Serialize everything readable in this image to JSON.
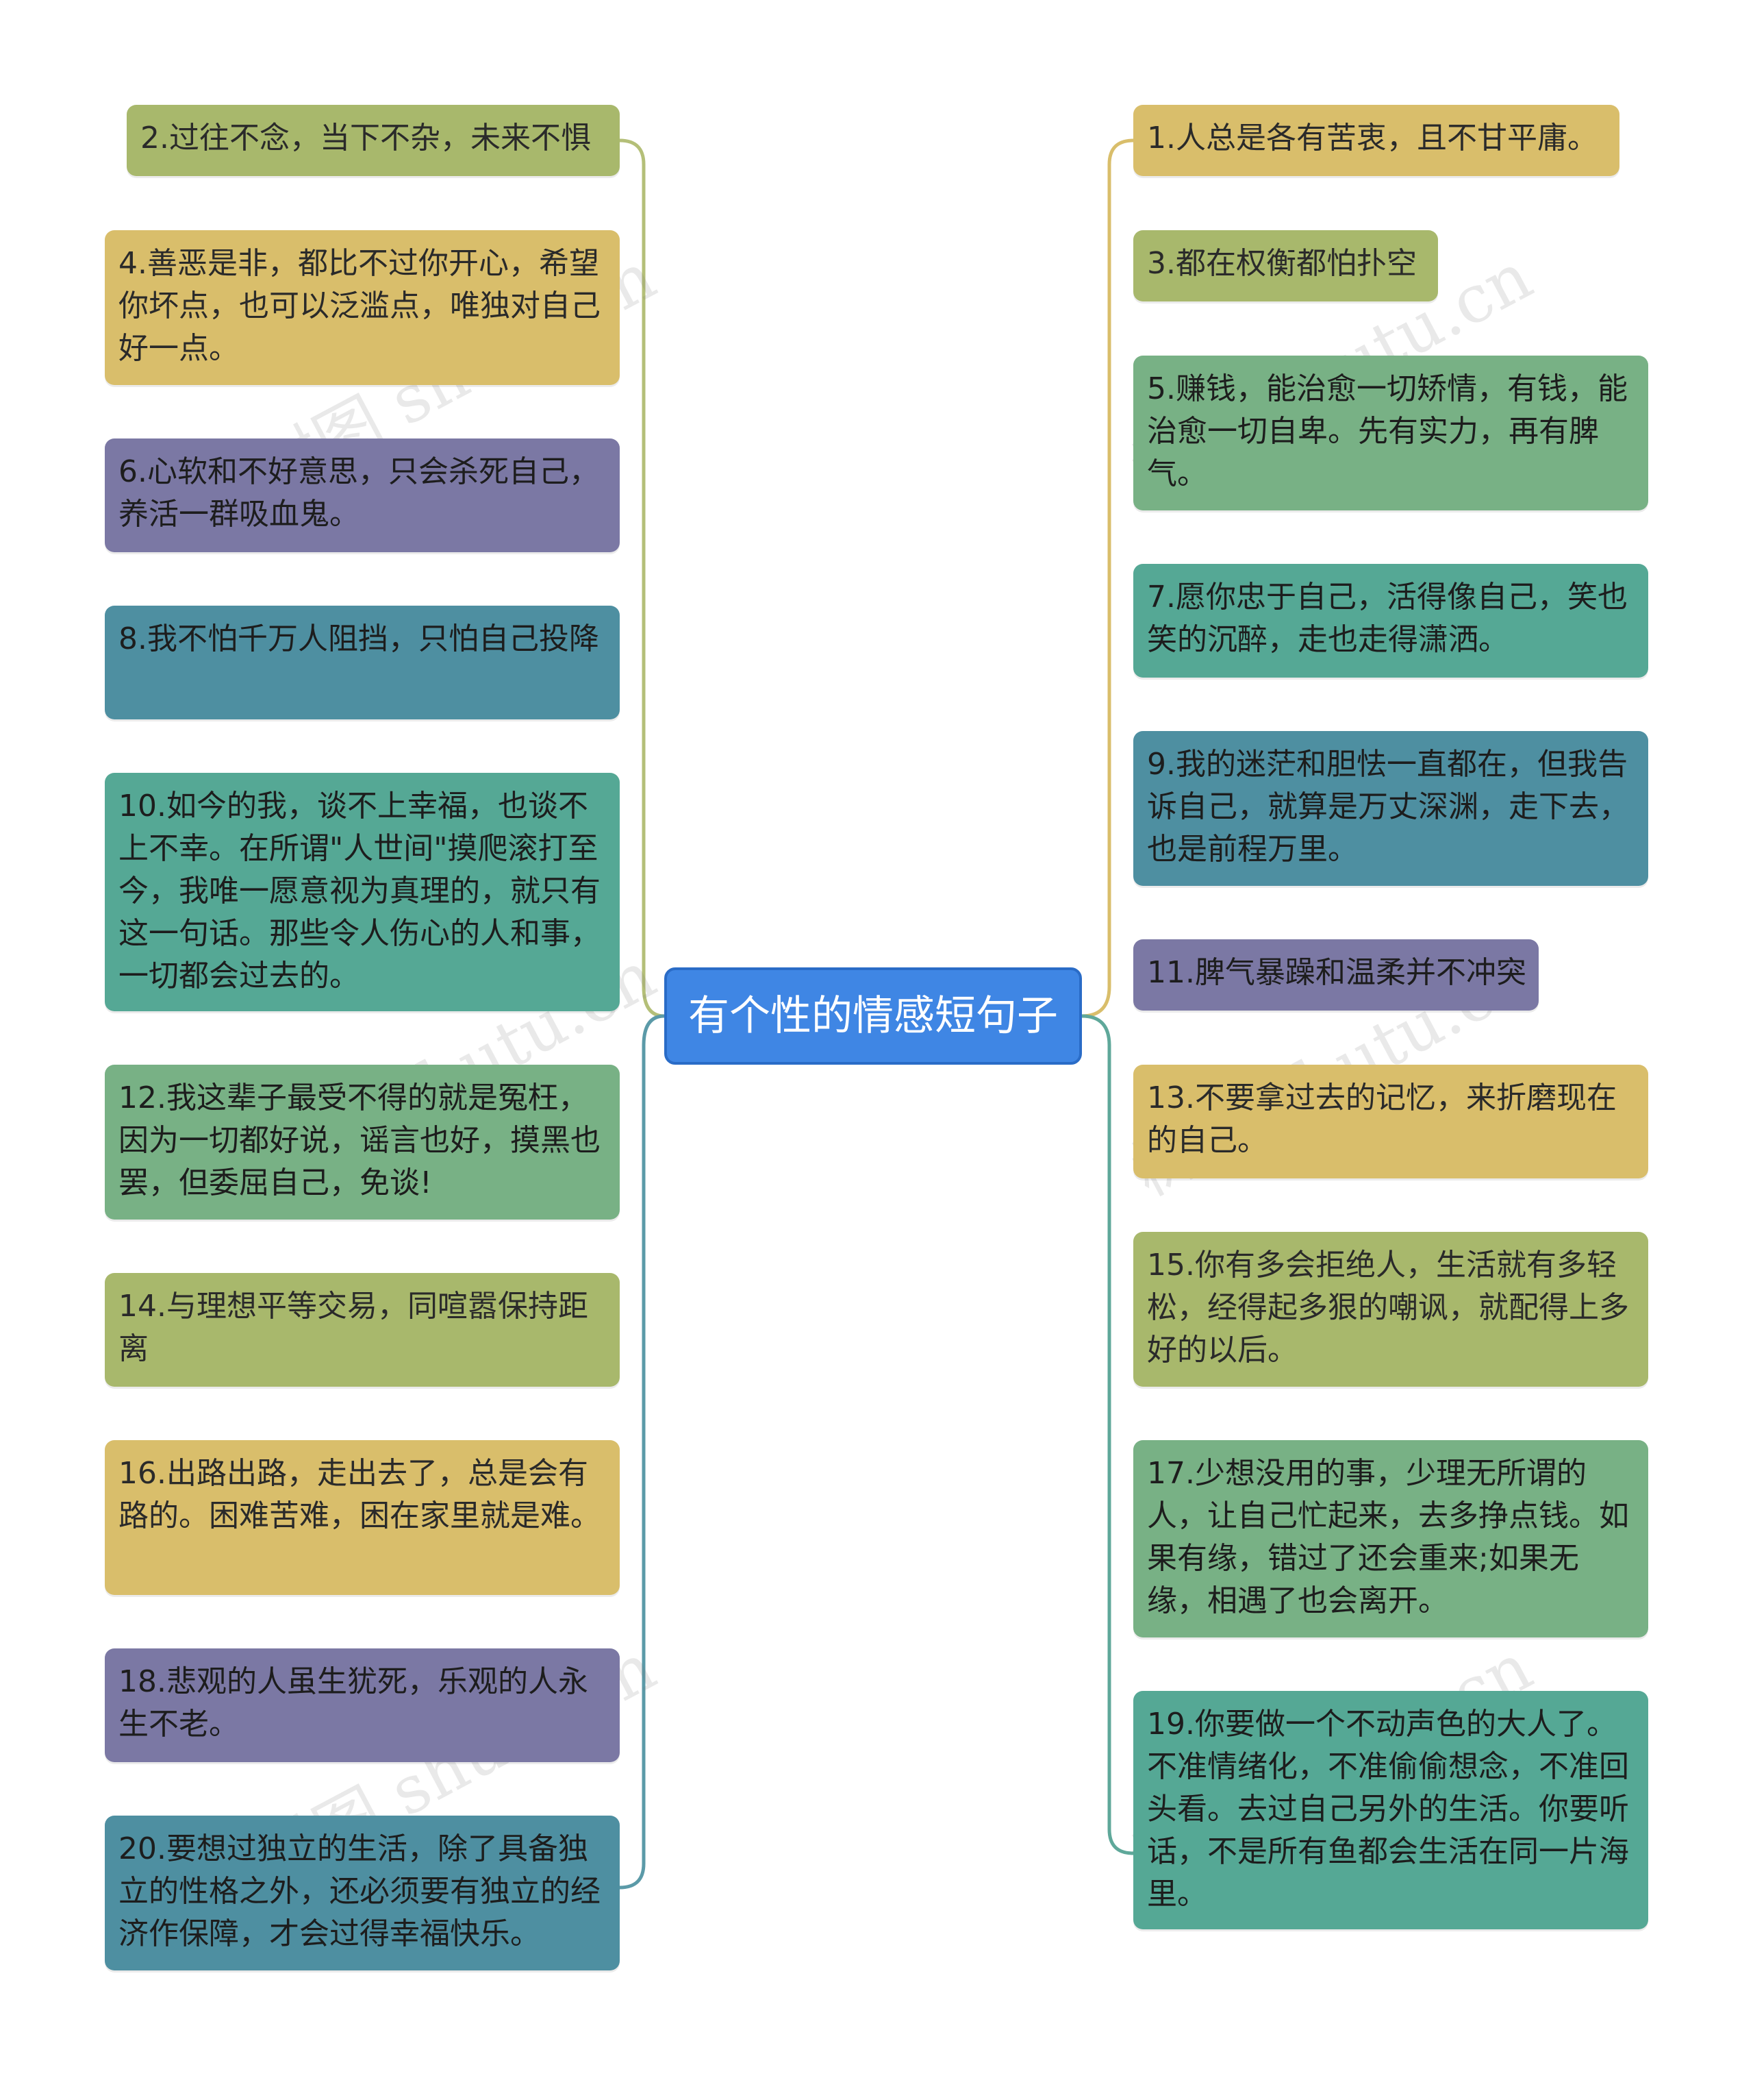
{
  "root": {
    "label": "有个性的情感短句子"
  },
  "colors": {
    "olive": "#a8b86c",
    "gold": "#d9be6b",
    "purple": "#7b78a4",
    "blue": "#4e8fa1",
    "teal": "#55a895",
    "green": "#78b185",
    "root": "#3f86e4"
  },
  "left_nodes": [
    {
      "text": "2.过往不念，当下不杂，未来不惧",
      "color": "olive"
    },
    {
      "text": "4.善恶是非，都比不过你开心，希望你坏点，也可以泛滥点，唯独对自己好一点。",
      "color": "gold"
    },
    {
      "text": "6.心软和不好意思，只会杀死自己，养活一群吸血鬼。",
      "color": "purple"
    },
    {
      "text": "8.我不怕千万人阻挡，只怕自己投降",
      "color": "blue"
    },
    {
      "text": "10.如今的我，谈不上幸福，也谈不上不幸。在所谓\"人世间\"摸爬滚打至今，我唯一愿意视为真理的，就只有这一句话。那些令人伤心的人和事，一切都会过去的。",
      "color": "teal"
    },
    {
      "text": "12.我这辈子最受不得的就是冤枉，因为一切都好说，谣言也好，摸黑也罢，但委屈自己，免谈!",
      "color": "green"
    },
    {
      "text": "14.与理想平等交易，同喧嚣保持距离",
      "color": "olive"
    },
    {
      "text": "16.出路出路，走出去了，总是会有路的。困难苦难，困在家里就是难。",
      "color": "gold"
    },
    {
      "text": "18.悲观的人虽生犹死，乐观的人永生不老。",
      "color": "purple"
    },
    {
      "text": "20.要想过独立的生活，除了具备独立的性格之外，还必须要有独立的经济作保障，才会过得幸福快乐。",
      "color": "blue"
    }
  ],
  "right_nodes": [
    {
      "text": "1.人总是各有苦衷，且不甘平庸。",
      "color": "gold"
    },
    {
      "text": "3.都在权衡都怕扑空",
      "color": "olive"
    },
    {
      "text": "5.赚钱，能治愈一切矫情，有钱，能治愈一切自卑。先有实力，再有脾气。",
      "color": "green"
    },
    {
      "text": "7.愿你忠于自己，活得像自己，笑也笑的沉醉，走也走得潇洒。",
      "color": "teal"
    },
    {
      "text": "9.我的迷茫和胆怯一直都在，但我告诉自己，就算是万丈深渊，走下去，也是前程万里。",
      "color": "blue"
    },
    {
      "text": "11.脾气暴躁和温柔并不冲突",
      "color": "purple"
    },
    {
      "text": "13.不要拿过去的记忆，来折磨现在的自己。",
      "color": "gold"
    },
    {
      "text": "15.你有多会拒绝人，生活就有多轻松，经得起多狠的嘲讽，就配得上多好的以后。",
      "color": "olive"
    },
    {
      "text": "17.少想没用的事，少理无所谓的人，让自己忙起来，去多挣点钱。如果有缘，错过了还会重来;如果无缘，相遇了也会离开。",
      "color": "green"
    },
    {
      "text": "19.你要做一个不动声色的大人了。不准情绪化，不准偷偷想念，不准回头看。去过自己另外的生活。你要听话，不是所有鱼都会生活在同一片海里。",
      "color": "teal"
    }
  ]
}
